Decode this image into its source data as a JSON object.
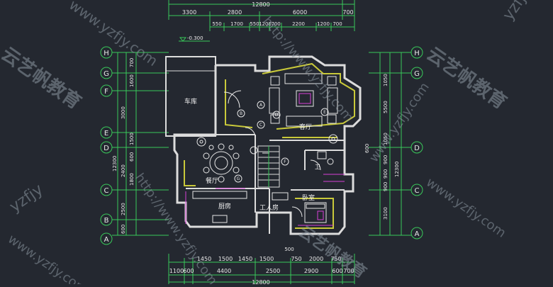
{
  "plan": {
    "top_total": "12800",
    "bottom_total": "12800",
    "level_mark": "-0.300",
    "top_row1": [
      "3300",
      "2800",
      "6000",
      "700"
    ],
    "top_row2": [
      "550",
      "1700",
      "550",
      "1200",
      "700",
      "2200",
      "1200",
      "700"
    ],
    "bottom_row1": [
      "1450",
      "1500",
      "1450",
      "1500",
      "750",
      "2000",
      "750"
    ],
    "bottom_row2": [
      "1100",
      "600",
      "4400",
      "2500",
      "2900",
      "600",
      "700"
    ],
    "bottom_small": "500",
    "left_dims": [
      "700",
      "1600",
      "3000",
      "1500",
      "600",
      "2400",
      "1800",
      "2500",
      "600"
    ],
    "left_total": "12300",
    "right_dims": [
      "1050",
      "5500",
      "1050",
      "900",
      "900",
      "900",
      "3100"
    ],
    "right_total": "12300",
    "right_small": "600",
    "axis_labels": [
      "H",
      "G",
      "F",
      "E",
      "D",
      "C",
      "B",
      "A"
    ],
    "rooms": {
      "garage": "车库",
      "living": "客厅",
      "dining": "餐厅",
      "kitchen": "厨房",
      "worker_room": "工人房",
      "bedroom": "卧室",
      "bath": "卫"
    },
    "markers": [
      "A",
      "B",
      "C",
      "D",
      "E",
      "F",
      "G"
    ]
  },
  "watermarks": {
    "url": "www.yzfjy.com",
    "url2": "http://www.yzfjy.com",
    "cn": "云艺帆教育",
    "short": "yzfjy"
  },
  "colors": {
    "background": "#242830",
    "dim_line": "#39c95a",
    "wall": "#dcdcdc",
    "wall_accent": "#c9c93a",
    "furniture": "#e6e6e6",
    "magenta": "#d63fd6",
    "grid_green": "#30b050",
    "watermark": "#8a96a0"
  }
}
